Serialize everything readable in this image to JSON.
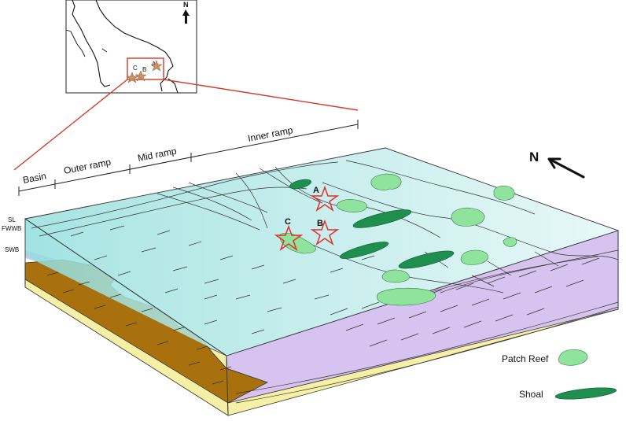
{
  "inset_map": {
    "north_arrow": "N",
    "sites": [
      "C",
      "B",
      "A"
    ]
  },
  "ramp_zones": [
    "Basin",
    "Outer ramp",
    "Mid ramp",
    "Inner ramp"
  ],
  "water_levels": [
    "SL",
    "FWWB",
    "SWB"
  ],
  "north_arrow": "N",
  "sites": [
    "A",
    "B",
    "C"
  ],
  "legend": {
    "patch_reef": "Patch Reef",
    "shoal": "Shoal"
  },
  "colors": {
    "sea_surface": "#cfeeee",
    "water_body": "#a9e6e3",
    "purple_layer": "#d7c3ef",
    "brown_layer": "#a8710e",
    "yellow_layer": "#f6f0a6",
    "patch_reef": "#8fe39c",
    "shoal": "#1f8f4f",
    "site_star": "#e0302b",
    "inset_box": "#d33a2c"
  }
}
